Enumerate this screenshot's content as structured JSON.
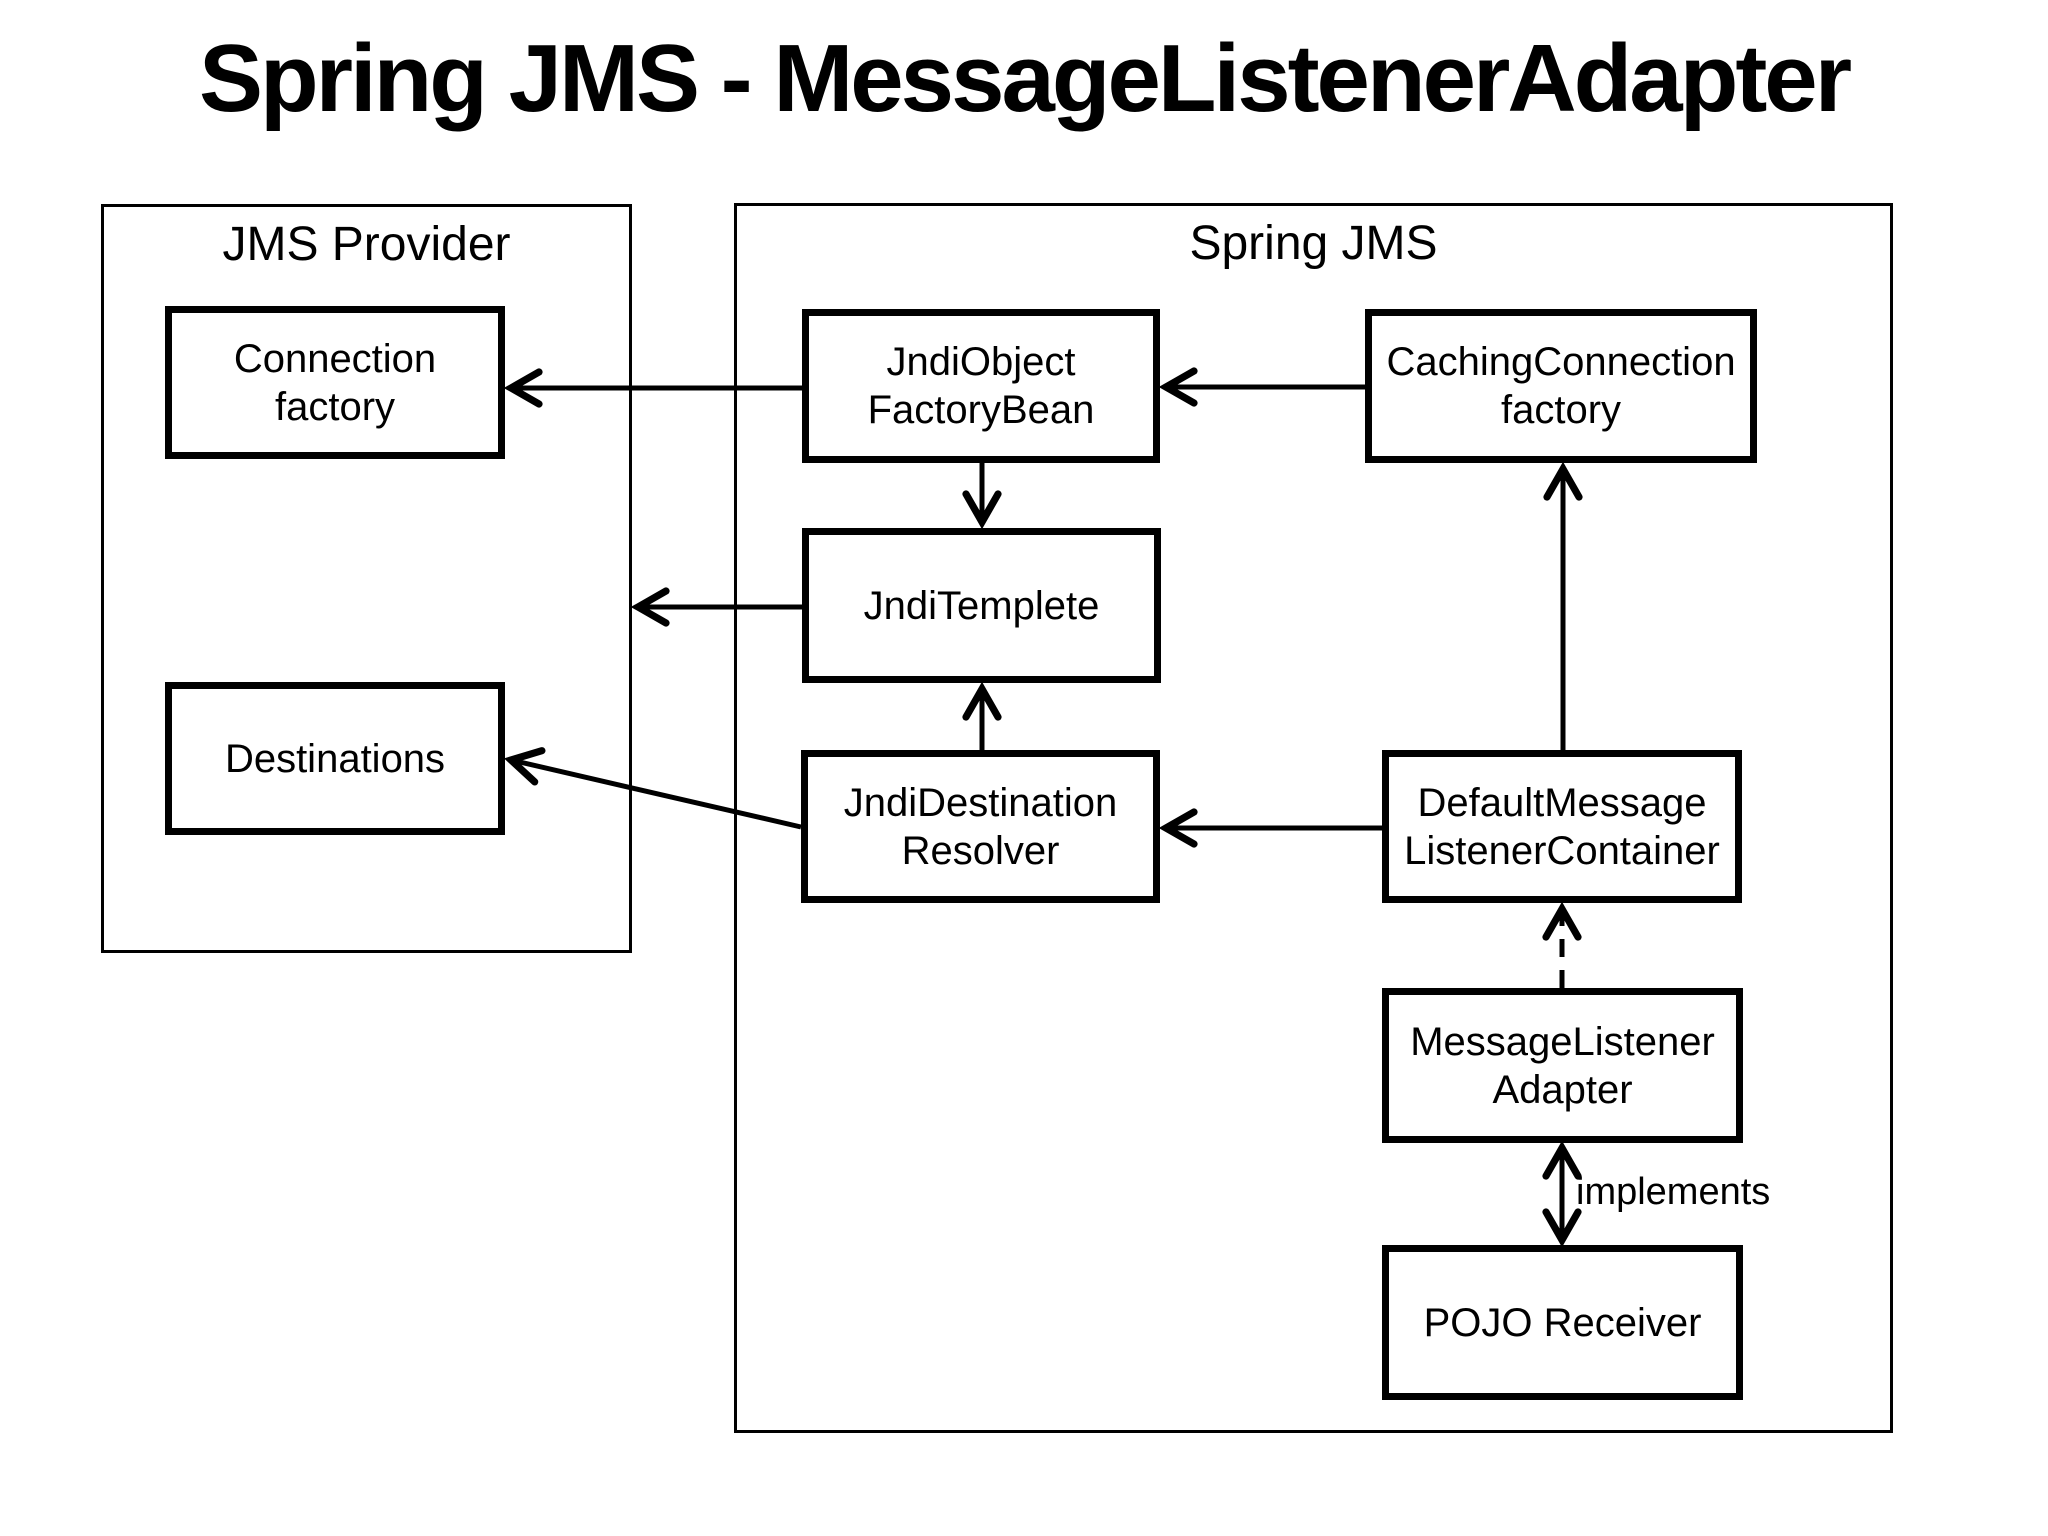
{
  "title": "Spring JMS - MessageListenerAdapter",
  "groups": {
    "jms_provider": {
      "label": "JMS Provider"
    },
    "spring_jms": {
      "label": "Spring JMS"
    }
  },
  "nodes": {
    "connection_factory": {
      "label": "Connection\nfactory"
    },
    "destinations": {
      "label": "Destinations"
    },
    "jndi_object_factory_bean": {
      "label": "JndiObject\nFactoryBean"
    },
    "caching_connection_factory": {
      "label": "CachingConnection\nfactory"
    },
    "jndi_templete": {
      "label": "JndiTemplete"
    },
    "jndi_destination_resolver": {
      "label": "JndiDestination\nResolver"
    },
    "default_message_listener_container": {
      "label": "DefaultMessage\nListenerContainer"
    },
    "message_listener_adapter": {
      "label": "MessageListener\nAdapter"
    },
    "pojo_receiver": {
      "label": "POJO Receiver"
    }
  },
  "edge_labels": {
    "implements": "implements"
  },
  "edges": [
    {
      "from": "jndi_object_factory_bean",
      "to": "connection_factory",
      "style": "solid-arrow"
    },
    {
      "from": "caching_connection_factory",
      "to": "jndi_object_factory_bean",
      "style": "solid-arrow"
    },
    {
      "from": "jndi_object_factory_bean",
      "to": "jndi_templete",
      "style": "solid-arrow"
    },
    {
      "from": "jndi_templete",
      "to": "jms_provider",
      "style": "solid-arrow"
    },
    {
      "from": "jndi_destination_resolver",
      "to": "jndi_templete",
      "style": "solid-arrow"
    },
    {
      "from": "jndi_destination_resolver",
      "to": "destinations",
      "style": "solid-arrow"
    },
    {
      "from": "default_message_listener_container",
      "to": "jndi_destination_resolver",
      "style": "solid-arrow"
    },
    {
      "from": "default_message_listener_container",
      "to": "caching_connection_factory",
      "style": "solid-arrow"
    },
    {
      "from": "message_listener_adapter",
      "to": "default_message_listener_container",
      "style": "dashed-arrow"
    },
    {
      "from": "message_listener_adapter",
      "to": "pojo_receiver",
      "style": "double-arrow",
      "label": "implements"
    }
  ],
  "colors": {
    "line": "#000000",
    "text": "#000000",
    "background": "#ffffff"
  }
}
